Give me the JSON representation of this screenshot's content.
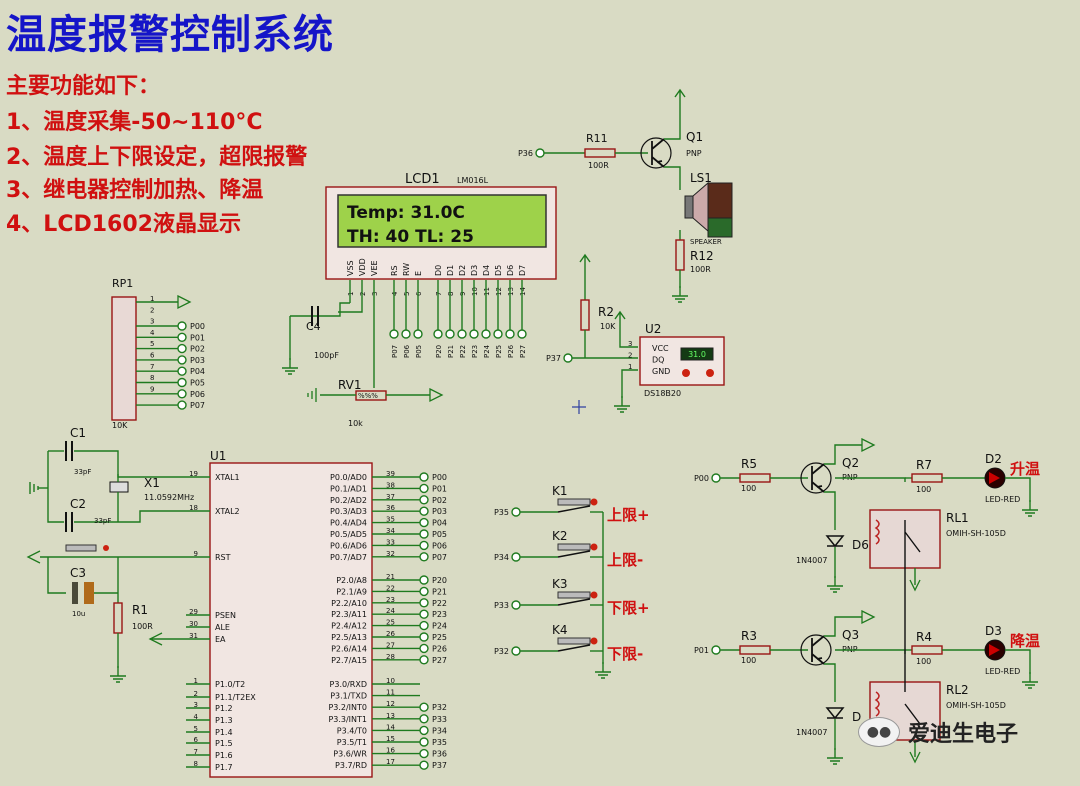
{
  "title": "温度报警控制系统",
  "features": {
    "heading": "主要功能如下：",
    "items": [
      "1、温度采集-50~110°C",
      "2、温度上下限设定，超限报警",
      "3、继电器控制加热、降温",
      "4、LCD1602液晶显示"
    ]
  },
  "lcd": {
    "ref": "LCD1",
    "part": "LM016L",
    "line1": "Temp:  31.0C",
    "line2": "TH:   40  TL:   25",
    "pins": [
      "VSS",
      "VDD",
      "VEE",
      "RS",
      "RW",
      "E",
      "D0",
      "D1",
      "D2",
      "D3",
      "D4",
      "D5",
      "D6",
      "D7"
    ],
    "bus_labels": [
      "P07",
      "P06",
      "P05",
      "P20",
      "P21",
      "P22",
      "P23",
      "P24",
      "P25",
      "P26",
      "P27"
    ],
    "pin_numbers": [
      "1",
      "2",
      "3",
      "4",
      "5",
      "6",
      "7",
      "8",
      "9",
      "10",
      "11",
      "12",
      "13",
      "14"
    ]
  },
  "rp1": {
    "ref": "RP1",
    "value": "10K",
    "ports": [
      "P00",
      "P01",
      "P02",
      "P03",
      "P04",
      "P05",
      "P06",
      "P07"
    ],
    "pin_numbers": [
      "1",
      "2",
      "3",
      "4",
      "5",
      "6",
      "7",
      "8",
      "9"
    ]
  },
  "c4": {
    "ref": "C4",
    "value": "100pF"
  },
  "rv1": {
    "ref": "RV1",
    "value": "10k",
    "body": "%%%"
  },
  "buzzer": {
    "r11": {
      "ref": "R11",
      "value": "100R"
    },
    "net": "P36",
    "q1": {
      "ref": "Q1",
      "type": "PNP"
    },
    "ls1": {
      "ref": "LS1",
      "type": "SPEAKER"
    },
    "r12": {
      "ref": "R12",
      "value": "100R"
    }
  },
  "sensor": {
    "r2": {
      "ref": "R2",
      "value": "10K"
    },
    "ref": "U2",
    "part": "DS18B20",
    "net": "P37",
    "pins": [
      "VCC",
      "DQ",
      "GND"
    ],
    "pin_numbers": [
      "3",
      "2",
      "1"
    ],
    "display": "31.0"
  },
  "osc": {
    "c1": {
      "ref": "C1",
      "value": "33pF"
    },
    "c2": {
      "ref": "C2",
      "value": "33pF"
    },
    "x1": {
      "ref": "X1",
      "value": "11.0592MHz"
    },
    "c3": {
      "ref": "C3",
      "value": "10u"
    },
    "r1": {
      "ref": "R1",
      "value": "100R"
    }
  },
  "mcu": {
    "ref": "U1",
    "left_pins": [
      {
        "name": "XTAL1",
        "num": "19"
      },
      {
        "name": "XTAL2",
        "num": "18"
      },
      {
        "name": "RST",
        "num": "9"
      },
      {
        "name": "PSEN",
        "num": "29"
      },
      {
        "name": "ALE",
        "num": "30"
      },
      {
        "name": "EA",
        "num": "31"
      },
      {
        "name": "P1.0/T2",
        "num": "1"
      },
      {
        "name": "P1.1/T2EX",
        "num": "2"
      },
      {
        "name": "P1.2",
        "num": "3"
      },
      {
        "name": "P1.3",
        "num": "4"
      },
      {
        "name": "P1.4",
        "num": "5"
      },
      {
        "name": "P1.5",
        "num": "6"
      },
      {
        "name": "P1.6",
        "num": "7"
      },
      {
        "name": "P1.7",
        "num": "8"
      }
    ],
    "right_pins": [
      {
        "name": "P0.0/AD0",
        "num": "39",
        "net": "P00"
      },
      {
        "name": "P0.1/AD1",
        "num": "38",
        "net": "P01"
      },
      {
        "name": "P0.2/AD2",
        "num": "37",
        "net": "P02"
      },
      {
        "name": "P0.3/AD3",
        "num": "36",
        "net": "P03"
      },
      {
        "name": "P0.4/AD4",
        "num": "35",
        "net": "P04"
      },
      {
        "name": "P0.5/AD5",
        "num": "34",
        "net": "P05"
      },
      {
        "name": "P0.6/AD6",
        "num": "33",
        "net": "P06"
      },
      {
        "name": "P0.7/AD7",
        "num": "32",
        "net": "P07"
      },
      {
        "name": "P2.0/A8",
        "num": "21",
        "net": "P20"
      },
      {
        "name": "P2.1/A9",
        "num": "22",
        "net": "P21"
      },
      {
        "name": "P2.2/A10",
        "num": "23",
        "net": "P22"
      },
      {
        "name": "P2.3/A11",
        "num": "24",
        "net": "P23"
      },
      {
        "name": "P2.4/A12",
        "num": "25",
        "net": "P24"
      },
      {
        "name": "P2.5/A13",
        "num": "26",
        "net": "P25"
      },
      {
        "name": "P2.6/A14",
        "num": "27",
        "net": "P26"
      },
      {
        "name": "P2.7/A15",
        "num": "28",
        "net": "P27"
      },
      {
        "name": "P3.0/RXD",
        "num": "10",
        "net": ""
      },
      {
        "name": "P3.1/TXD",
        "num": "11",
        "net": ""
      },
      {
        "name": "P3.2/INT0",
        "num": "12",
        "net": "P32"
      },
      {
        "name": "P3.3/INT1",
        "num": "13",
        "net": "P33"
      },
      {
        "name": "P3.4/T0",
        "num": "14",
        "net": "P34"
      },
      {
        "name": "P3.5/T1",
        "num": "15",
        "net": "P35"
      },
      {
        "name": "P3.6/WR",
        "num": "16",
        "net": "P36"
      },
      {
        "name": "P3.7/RD",
        "num": "17",
        "net": "P37"
      }
    ]
  },
  "keys": [
    {
      "ref": "K1",
      "net": "P35",
      "label": "上限+"
    },
    {
      "ref": "K2",
      "net": "P34",
      "label": "上限-"
    },
    {
      "ref": "K3",
      "net": "P33",
      "label": "下限+"
    },
    {
      "ref": "K4",
      "net": "P32",
      "label": "下限-"
    }
  ],
  "drivers": [
    {
      "net": "P00",
      "rb": "R5",
      "rb_val": "100",
      "q": "Q2",
      "q_type": "PNP",
      "rl": "R7",
      "rl_val": "100",
      "led": "D2",
      "led_type": "LED-RED",
      "led_label": "升温",
      "relay": "RL1",
      "relay_part": "OMIH-SH-105D",
      "diode": "D6",
      "diode_part": "1N4007"
    },
    {
      "net": "P01",
      "rb": "R3",
      "rb_val": "100",
      "q": "Q3",
      "q_type": "PNP",
      "rl": "R4",
      "rl_val": "100",
      "led": "D3",
      "led_type": "LED-RED",
      "led_label": "降温",
      "relay": "RL2",
      "relay_part": "OMIH-SH-105D",
      "diode": "D",
      "diode_part": "1N4007"
    }
  ],
  "watermark": "爱迪生电子",
  "colors": {
    "wire": "#1e7a1e",
    "part": "#9a1414",
    "title": "#1515c8",
    "note": "#d01010",
    "lcd_bg": "#9ed24a",
    "ic_fill": "#f1e6e2",
    "sheet": "#d9dbc4"
  }
}
